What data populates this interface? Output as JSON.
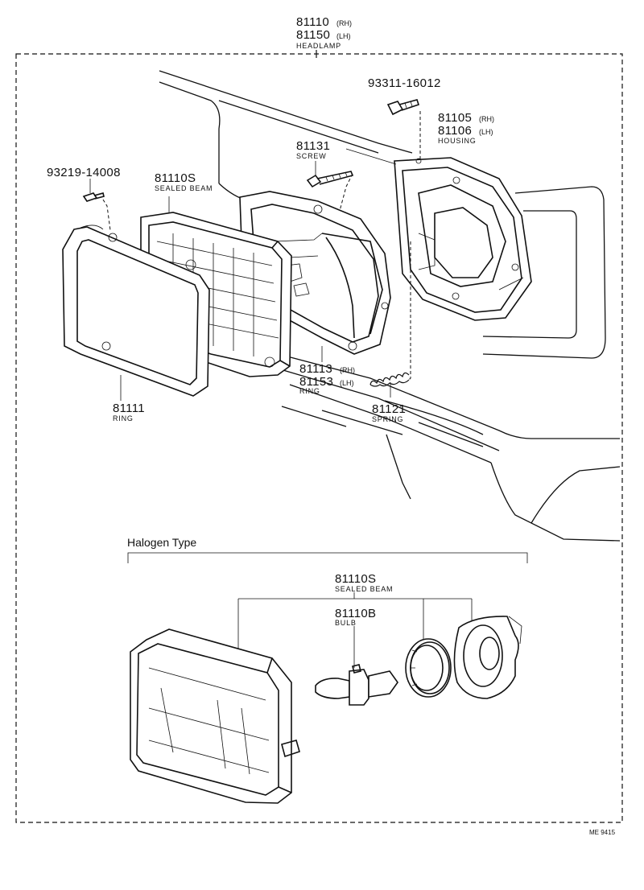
{
  "headlamp": {
    "pn_rh": "81110",
    "sfx_rh": "(RH)",
    "pn_lh": "81150",
    "sfx_lh": "(LH)",
    "name": "HEADLAMP"
  },
  "bolt_top": {
    "pn": "93311-16012"
  },
  "housing": {
    "pn_rh": "81105",
    "sfx_rh": "(RH)",
    "pn_lh": "81106",
    "sfx_lh": "(LH)",
    "name": "HOUSING"
  },
  "screw": {
    "pn": "81131",
    "name": "SCREW"
  },
  "screw_left": {
    "pn": "93219-14008"
  },
  "sealed_beam": {
    "pn": "81110S",
    "name": "SEALED BEAM"
  },
  "ring_inner": {
    "pn_rh": "81113",
    "sfx_rh": "(RH)",
    "pn_lh": "81153",
    "sfx_lh": "(LH)",
    "name": "RING"
  },
  "ring_outer": {
    "pn": "81111",
    "name": "RING"
  },
  "spring": {
    "pn": "81121",
    "name": "SPRING"
  },
  "halogen": {
    "section_title": "Halogen Type",
    "sealed_beam_pn": "81110S",
    "sealed_beam_name": "SEALED BEAM",
    "bulb_pn": "81110B",
    "bulb_name": "BULB"
  },
  "ref_code": "ME 9415"
}
